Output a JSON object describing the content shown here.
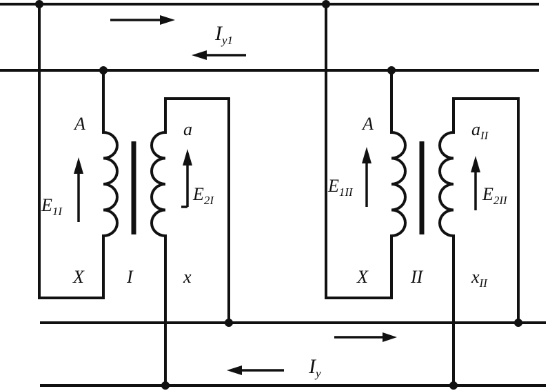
{
  "diagram": {
    "current_top": {
      "main": "I",
      "sub": "y1"
    },
    "current_bottom": {
      "main": "I",
      "sub": "y"
    },
    "transformer_1": {
      "name": "I",
      "primary_start": "A",
      "primary_end": "X",
      "secondary_start": "a",
      "secondary_end": "x",
      "emf_primary": {
        "main": "E",
        "sub": "1I"
      },
      "emf_secondary": {
        "main": "E",
        "sub": "2I"
      }
    },
    "transformer_2": {
      "name": "II",
      "primary_start": "A",
      "primary_end": "X",
      "secondary_start": "a",
      "secondary_start_sub": "II",
      "secondary_end": "x",
      "secondary_end_sub": "II",
      "emf_primary": {
        "main": "E",
        "sub": "1II"
      },
      "emf_secondary": {
        "main": "E",
        "sub": "2II"
      }
    }
  }
}
